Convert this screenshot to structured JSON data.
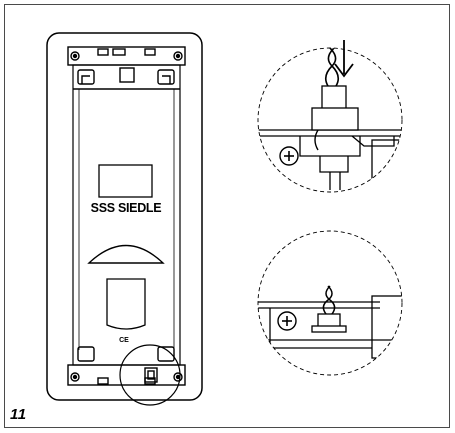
{
  "figure": {
    "number": "11"
  },
  "panel": {
    "brand": "SSS SIEDLE",
    "mark": "CE"
  },
  "icons": {
    "arrow": "down-arrow-icon",
    "screw": "screw-icon"
  }
}
